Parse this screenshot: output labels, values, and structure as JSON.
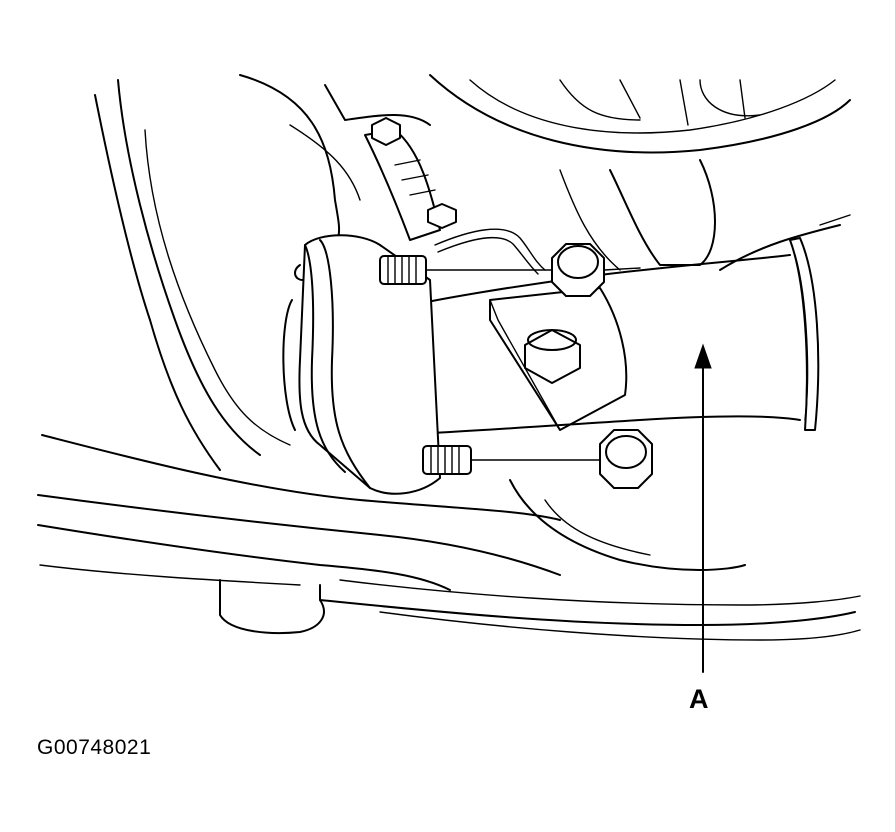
{
  "diagram": {
    "callout_label": "A",
    "figure_code": "G00748021",
    "components": [
      "exhaust-flange",
      "flange-stud-upper",
      "flange-stud-lower",
      "flange-nut-upper",
      "flange-nut-lower",
      "bracket-bolt",
      "exhaust-pipe",
      "hanger-bracket",
      "callout-arrow"
    ]
  }
}
